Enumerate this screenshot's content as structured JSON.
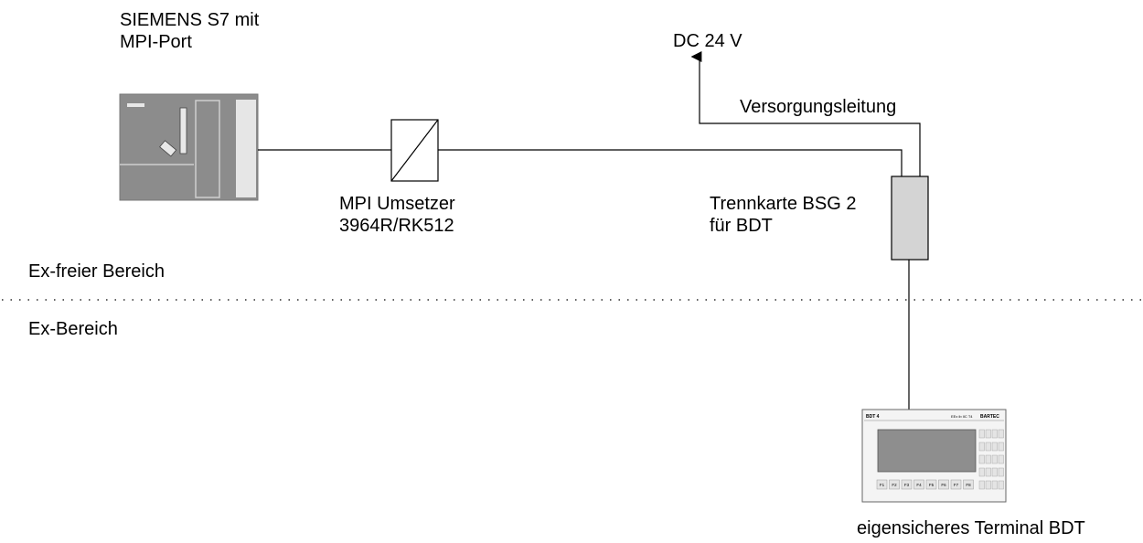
{
  "labels": {
    "plc_line1": "SIEMENS S7  mit",
    "plc_line2": "MPI-Port",
    "converter_line1": "MPI Umsetzer",
    "converter_line2": "3964R/RK512",
    "power": "DC 24 V",
    "supply_line": "Versorgungsleitung",
    "isolator_line1": "Trennkarte BSG 2",
    "isolator_line2": "für BDT",
    "safe_zone": "Ex-freier Bereich",
    "hazard_zone": "Ex-Bereich",
    "terminal": "eigensicheres Terminal BDT"
  },
  "terminal_device": {
    "model": "BDT 4",
    "rating": "EEx ib IIC T4",
    "brand": "BARTEC",
    "fkeys": [
      "F1",
      "F2",
      "F3",
      "F4",
      "F5",
      "F6",
      "F7",
      "F8"
    ]
  },
  "colors": {
    "plc_body": "#8c8c8c",
    "isolator_fill": "#d4d4d4",
    "screen": "#8e8e8e"
  }
}
